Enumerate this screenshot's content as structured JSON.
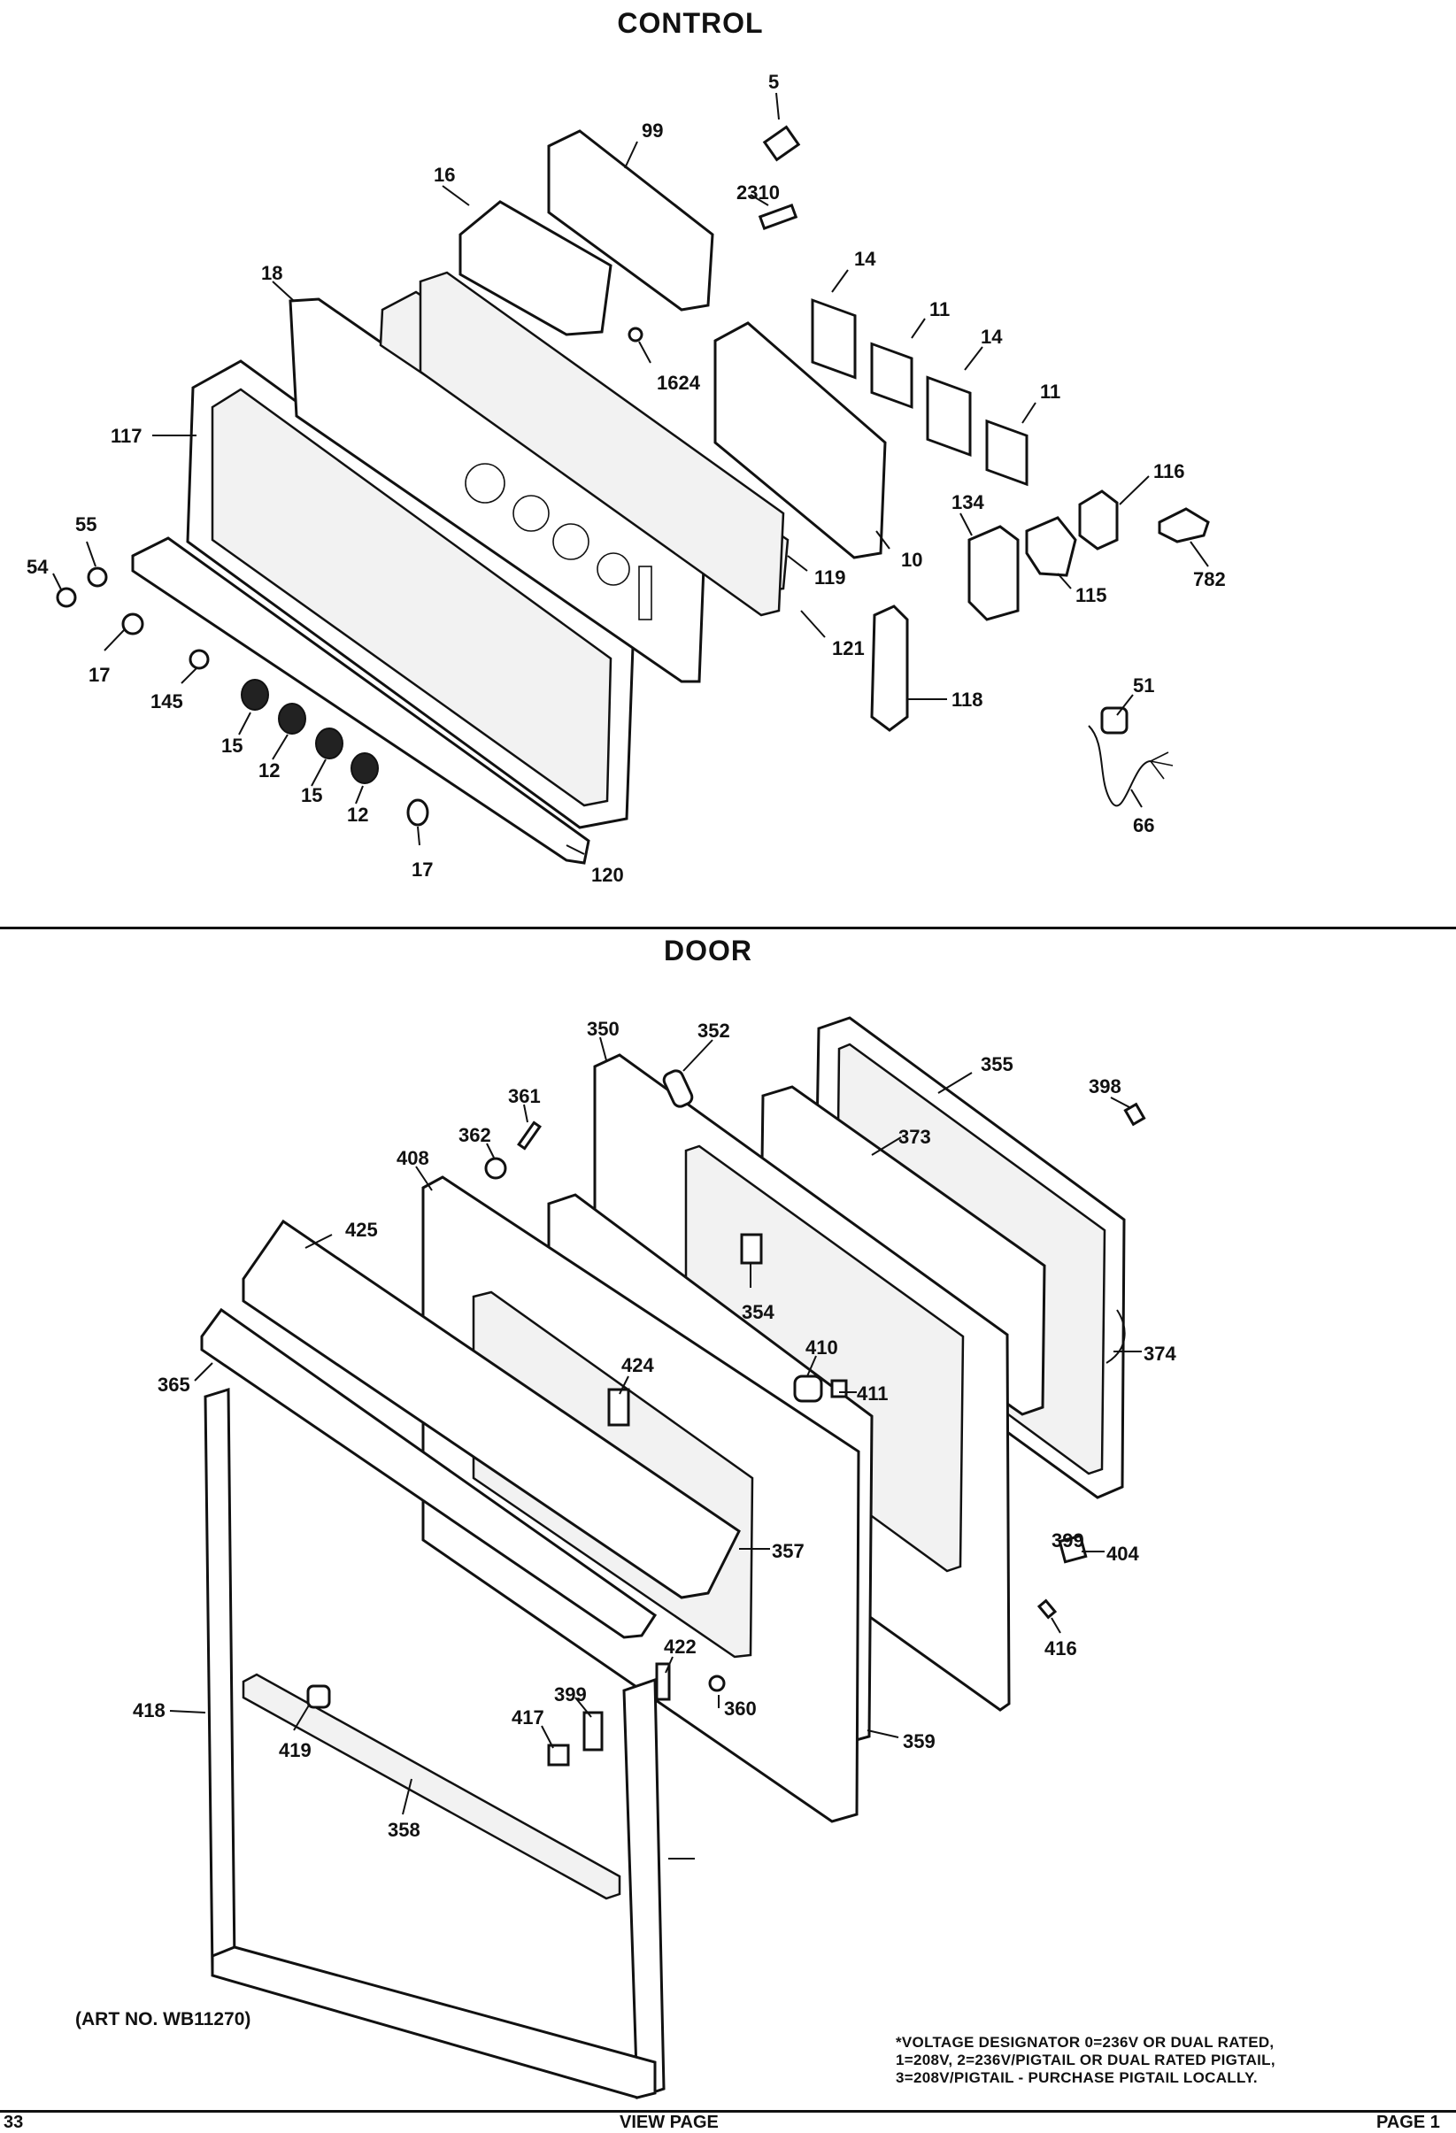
{
  "sections": {
    "control": {
      "title": "CONTROL"
    },
    "door": {
      "title": "DOOR"
    }
  },
  "control_callouts": [
    "5",
    "99",
    "2310",
    "16",
    "14",
    "11",
    "14",
    "11",
    "18",
    "1624",
    "116",
    "117",
    "134",
    "782",
    "55",
    "54",
    "10",
    "115",
    "119",
    "121",
    "17",
    "145",
    "118",
    "51",
    "15",
    "12",
    "15",
    "12",
    "66",
    "17",
    "120"
  ],
  "door_callouts": [
    "350",
    "352",
    "355",
    "398",
    "361",
    "362",
    "373",
    "408",
    "425",
    "354",
    "374",
    "365",
    "424",
    "410",
    "411",
    "399",
    "404",
    "357",
    "416",
    "422",
    "399",
    "417",
    "360",
    "359",
    "418",
    "419",
    "358"
  ],
  "art_no": "(ART NO. WB11270)",
  "voltage_note": [
    "*VOLTAGE DESIGNATOR 0=236V OR DUAL RATED,",
    "1=208V, 2=236V/PIGTAIL OR DUAL RATED PIGTAIL,",
    "3=208V/PIGTAIL - PURCHASE PIGTAIL LOCALLY."
  ],
  "footer": {
    "left": "33",
    "center": "VIEW PAGE",
    "right": "PAGE 1"
  }
}
